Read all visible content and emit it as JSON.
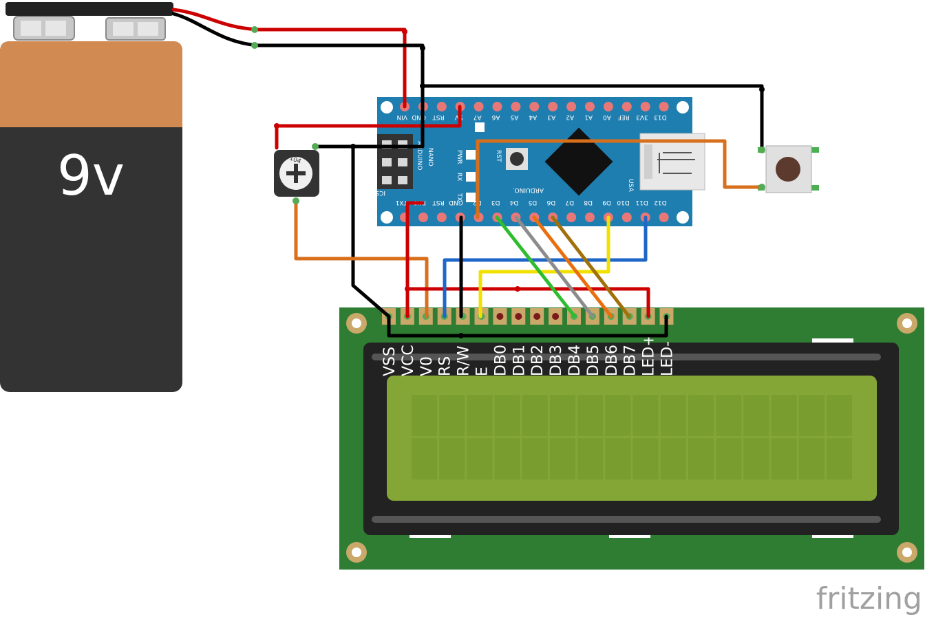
{
  "battery": {
    "label": "9v",
    "top_color": "#d18a52",
    "bottom_color": "#333333"
  },
  "arduino": {
    "brand_vertical": "ARDUINO",
    "model_vertical": "NANO",
    "brand_horizontal": "ARDUINO.",
    "icsp_label": "ICSP",
    "rst_label": "RST",
    "usa_label": "USA",
    "led_labels": [
      "PWR",
      "RX",
      "TX"
    ],
    "top_pins": [
      "VIN",
      "GND",
      "RST",
      "5V",
      "A7",
      "A6",
      "A5",
      "A4",
      "A3",
      "A2",
      "A1",
      "A0",
      "REF",
      "3V3",
      "D13"
    ],
    "bottom_pins": [
      "TX1",
      "RX0",
      "RST",
      "GND",
      "D2",
      "D3",
      "D4",
      "D5",
      "D6",
      "D7",
      "D8",
      "D9",
      "D10",
      "D11",
      "D12"
    ],
    "board_color": "#1f7eb0"
  },
  "potentiometer": {
    "label": "104"
  },
  "lcd": {
    "pins": [
      "VSS",
      "VCC",
      "V0",
      "RS",
      "R/W",
      "E",
      "DB0",
      "DB1",
      "DB2",
      "DB3",
      "DB4",
      "DB5",
      "DB6",
      "DB7",
      "LED+",
      "LED-"
    ],
    "board_color": "#2e7d32",
    "screen_color": "#84a637"
  },
  "watermark": "fritzing"
}
